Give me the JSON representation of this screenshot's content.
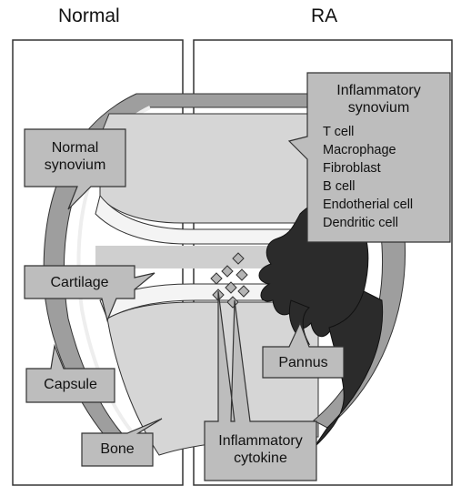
{
  "headers": {
    "normal": "Normal",
    "ra": "RA"
  },
  "labels": {
    "normal_synovium": [
      "Normal",
      "synovium"
    ],
    "cartilage": "Cartilage",
    "capsule": "Capsule",
    "bone": "Bone",
    "pannus": "Pannus",
    "cytokine": [
      "Inflammatory",
      "cytokine"
    ],
    "inflammatory_synovium": {
      "title": [
        "Inflammatory",
        "synovium"
      ],
      "cells": [
        "T cell",
        "Macrophage",
        "Fibroblast",
        "B cell",
        "Endotherial cell",
        "Dendritic cell"
      ]
    }
  },
  "colors": {
    "panel_border": "#333333",
    "label_fill": "#bdbdbd",
    "bone_fill": "#d6d6d6",
    "cartilage_fill": "#f0f0f0",
    "capsule_fill": "#9e9e9e",
    "pannus_fill": "#2b2b2b"
  }
}
